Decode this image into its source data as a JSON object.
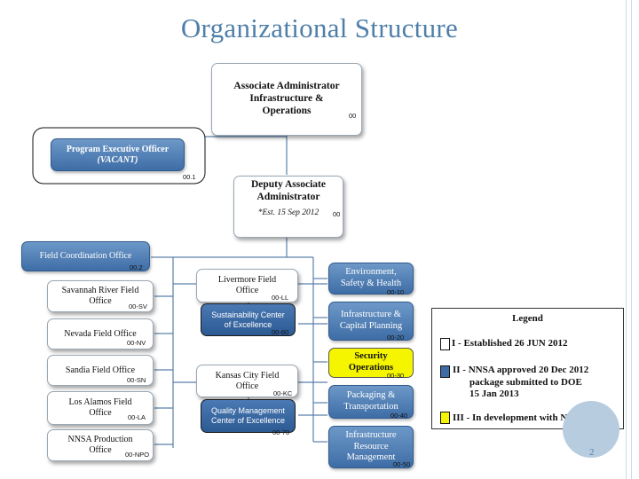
{
  "title": "Organizational Structure",
  "nodes": {
    "assoc_admin": {
      "label": "Associate Administrator Infrastructure & Operations",
      "code": "00"
    },
    "prog_exec": {
      "line1": "Program Executive Officer",
      "line2": "(VACANT)",
      "code": "00.1"
    },
    "deputy": {
      "label": "Deputy Associate Administrator",
      "note": "*Est. 15 Sep 2012",
      "code": "00"
    },
    "field_coord": {
      "label": "Field Coordination Office",
      "code": "00.2"
    },
    "savannah": {
      "label": "Savannah River Field Office",
      "code": "00-SV"
    },
    "nevada": {
      "label": "Nevada Field Office",
      "code": "00-NV"
    },
    "sandia": {
      "label": "Sandia Field Office",
      "code": "00-SN"
    },
    "los_alamos": {
      "label": "Los Alamos Field Office",
      "code": "00-LA"
    },
    "nnsa_prod": {
      "label": "NNSA Production Office",
      "code": "00-NPO"
    },
    "livermore": {
      "label": "Livermore Field Office",
      "code": "00-LL"
    },
    "sustainability": {
      "label": "Sustainability Center of Excellence",
      "code": "00-60"
    },
    "kansas": {
      "label": "Kansas City Field Office",
      "code": "00-KC"
    },
    "quality": {
      "label": "Quality Management Center of Excellence",
      "code": "00-70"
    },
    "env_safety": {
      "label": "Environment, Safety & Health",
      "code": "00-10"
    },
    "infra_capital": {
      "label": "Infrastructure & Capital Planning",
      "code": "00-20"
    },
    "security": {
      "label": "Security Operations",
      "code": "00-30"
    },
    "packaging": {
      "label": "Packaging & Transportation",
      "code": "00-40"
    },
    "infra_resource": {
      "label": "Infrastructure Resource Management",
      "code": "00-50"
    }
  },
  "legend": {
    "title": "Legend",
    "items": [
      {
        "text": "I - Established 26 JUN 2012",
        "color": "#ffffff"
      },
      {
        "text": "II - NNSA approved 20 Dec 2012",
        "text2": "package submitted to DOE",
        "text3": "15 Jan 2013",
        "color": "#3e6da6"
      },
      {
        "text": "III - In development with NA-70",
        "color": "#f5f500"
      }
    ]
  },
  "page_number": "2"
}
